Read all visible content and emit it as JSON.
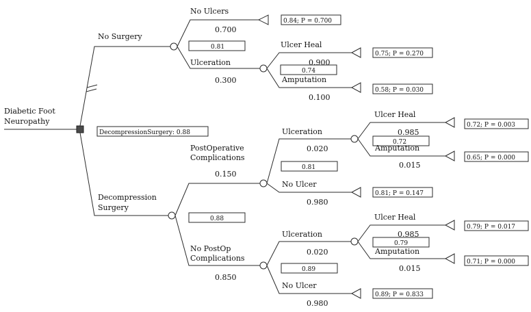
{
  "root": {
    "title_line1": "Diabetic Foot",
    "title_line2": "Neuropathy"
  },
  "decision_summary": "DecompressionSurgery: 0.88",
  "no_surgery": {
    "label": "No Surgery",
    "ev": "0.81",
    "no_ulcers": {
      "label": "No Ulcers",
      "prob": "0.700",
      "result": "0.84; P = 0.700"
    },
    "ulceration": {
      "label": "Ulceration",
      "prob": "0.300",
      "ev": "0.74",
      "ulcer_heal": {
        "label": "Ulcer Heal",
        "prob": "0.900",
        "result": "0.75; P = 0.270"
      },
      "amputation": {
        "label": "Amputation",
        "prob": "0.100",
        "result": "0.58; P = 0.030"
      }
    }
  },
  "decompression": {
    "label_line1": "Decompression",
    "label_line2": "Surgery",
    "ev": "0.88",
    "postop": {
      "label_line1": "PostOperative",
      "label_line2": "Complications",
      "prob": "0.150",
      "ev": "0.81",
      "ulceration": {
        "label": "Ulceration",
        "prob": "0.020",
        "ev": "0.72",
        "ulcer_heal": {
          "label": "Ulcer Heal",
          "prob": "0.985",
          "result": "0.72; P = 0.003"
        },
        "amputation": {
          "label": "Amputation",
          "prob": "0.015",
          "result": "0.65; P = 0.000"
        }
      },
      "no_ulcer": {
        "label": "No Ulcer",
        "prob": "0.980",
        "result": "0.81; P = 0.147"
      }
    },
    "no_postop": {
      "label_line1": "No PostOp",
      "label_line2": "Complications",
      "prob": "0.850",
      "ev": "0.89",
      "ulceration": {
        "label": "Ulceration",
        "prob": "0.020",
        "ev": "0.79",
        "ulcer_heal": {
          "label": "Ulcer Heal",
          "prob": "0.985",
          "result": "0.79; P = 0.017"
        },
        "amputation": {
          "label": "Amputation",
          "prob": "0.015",
          "result": "0.71; P = 0.000"
        }
      },
      "no_ulcer": {
        "label": "No Ulcer",
        "prob": "0.980",
        "result": "0.89; P = 0.833"
      }
    }
  }
}
